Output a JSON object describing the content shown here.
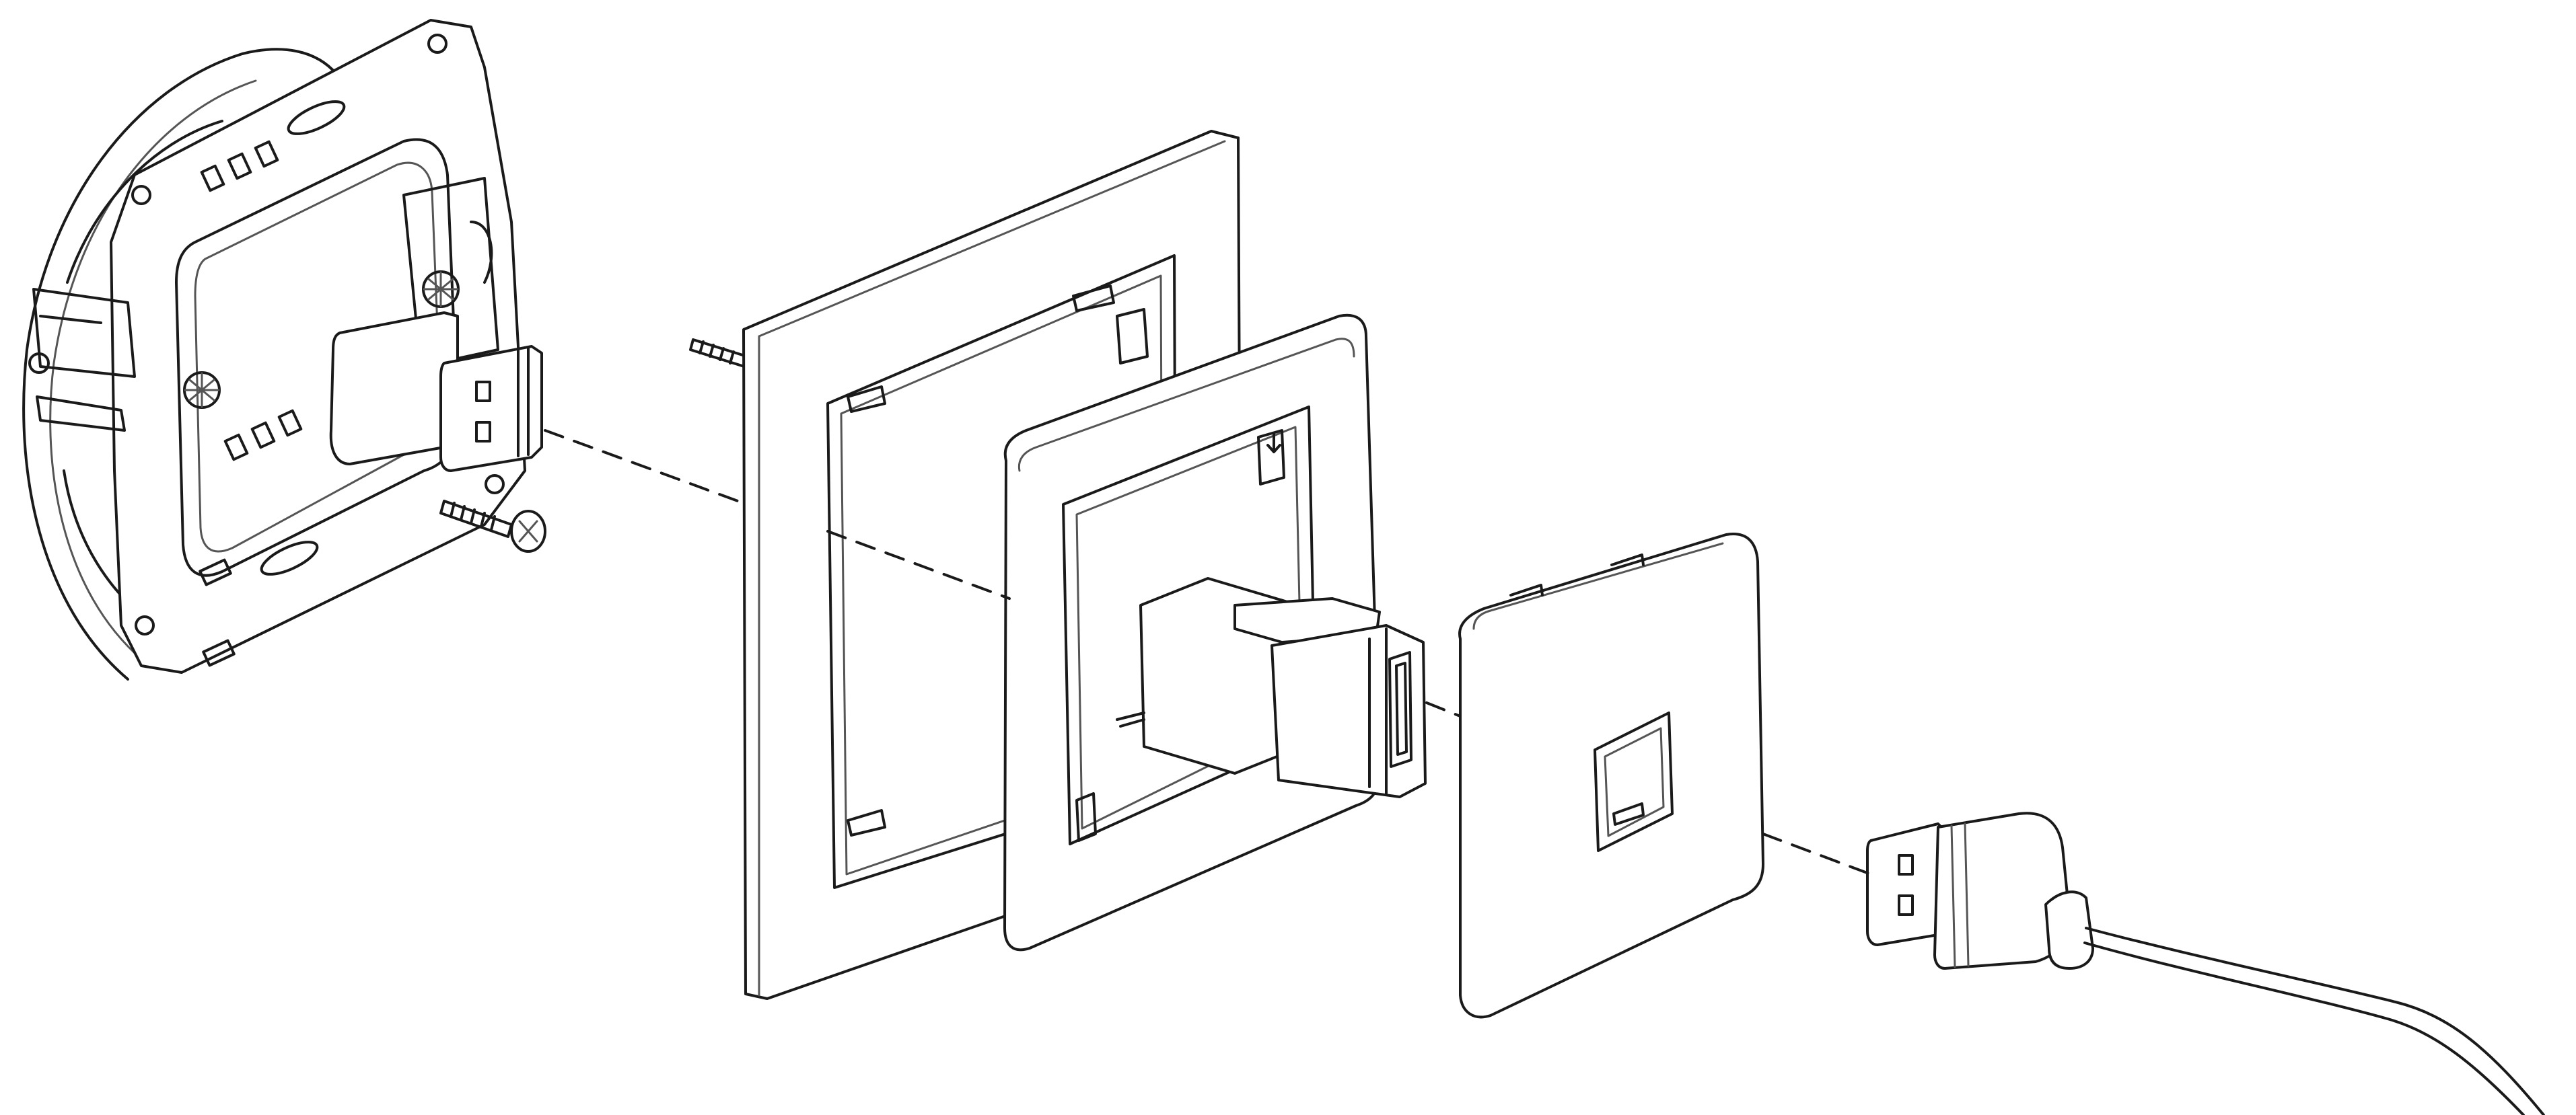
{
  "diagram": {
    "type": "exploded-assembly-line-drawing",
    "background_color": "#ffffff",
    "line_color": "#1a1a1a",
    "detail_color": "#555555",
    "components": [
      "mounting-box",
      "mounting-frame",
      "usb-socket-in-box",
      "fixing-screw",
      "mounting-frame-screw",
      "cover-frame-outer",
      "cover-frame-inner",
      "usb-keystone-module",
      "front-cover-plate",
      "usb-plug-with-cable"
    ]
  }
}
